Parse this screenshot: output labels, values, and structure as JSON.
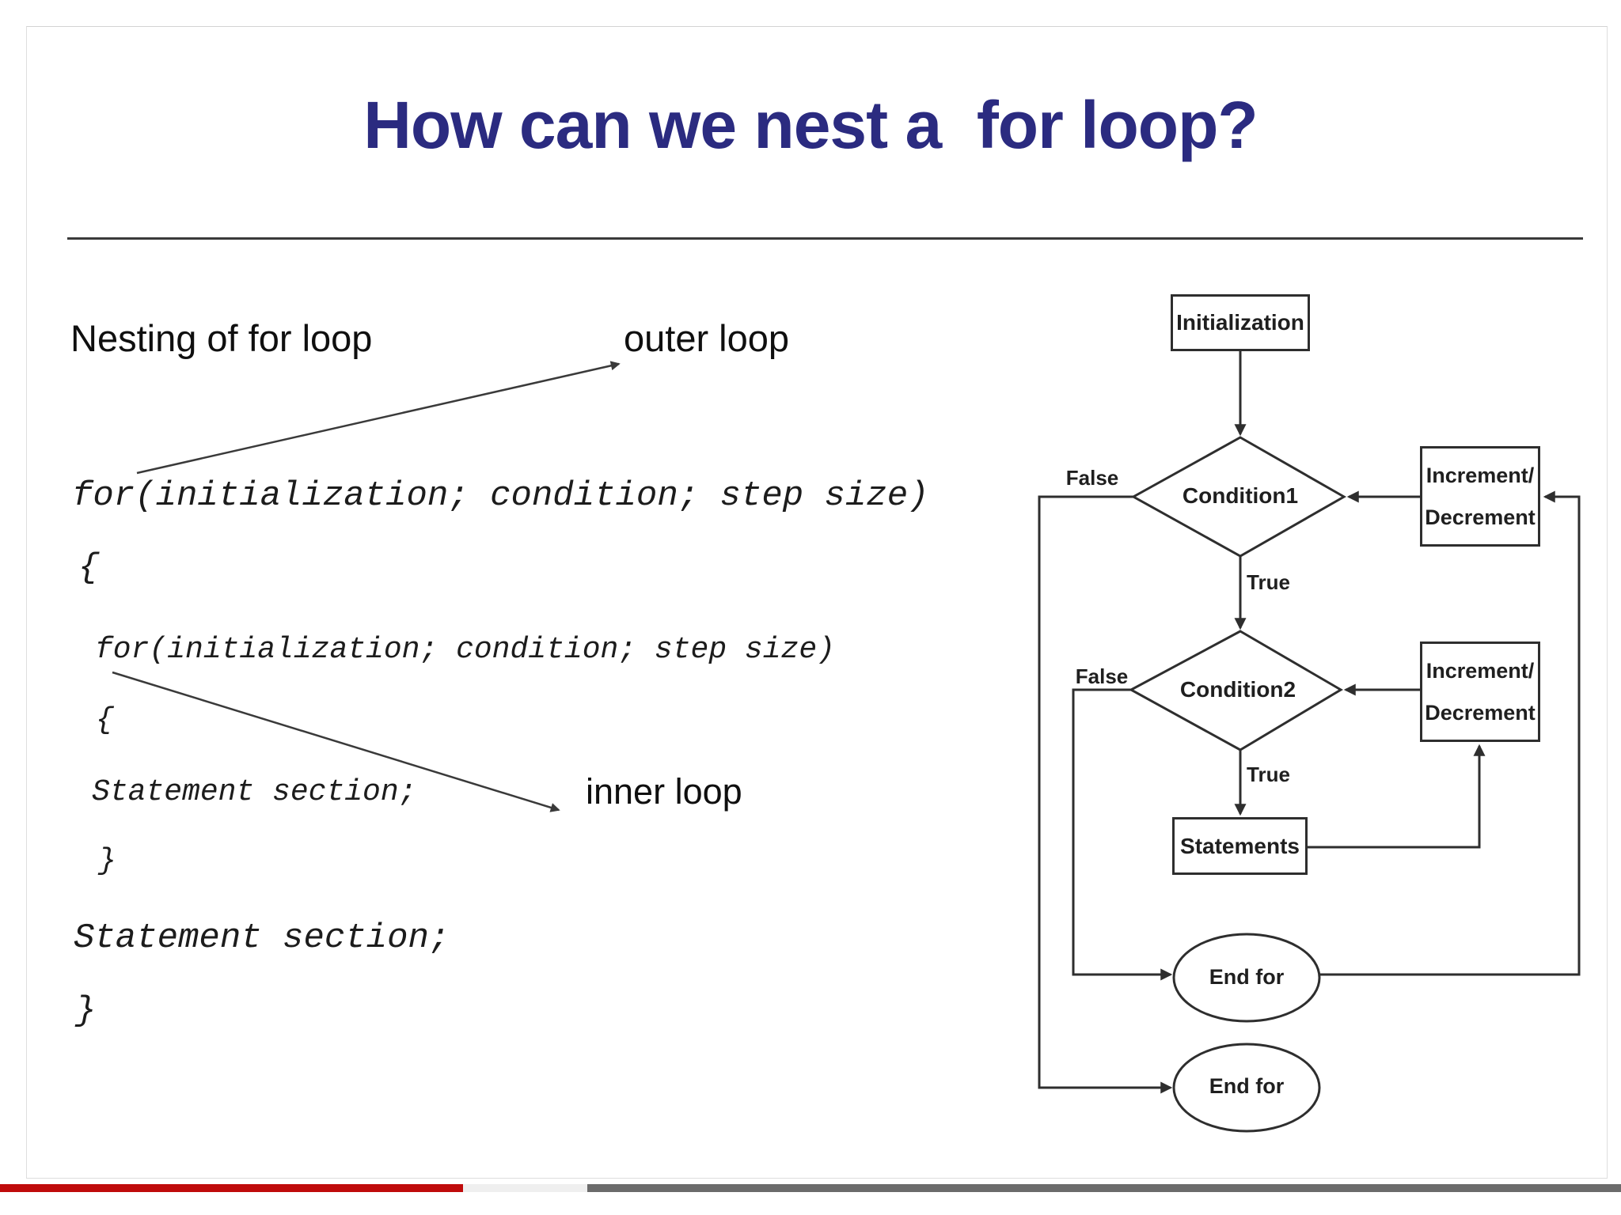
{
  "slide": {
    "title": "How can we nest a  for loop?"
  },
  "left_panel": {
    "nesting_label": "Nesting of for loop",
    "outer_loop_label": "outer loop",
    "inner_loop_label": "inner loop",
    "code": {
      "outer_for": "for(initialization; condition; step size)",
      "outer_open_brace": "{",
      "inner_for": "for(initialization; condition; step size)",
      "inner_open_brace": "{",
      "inner_statement": "Statement section;",
      "inner_close_brace": "}",
      "outer_statement": "Statement section;",
      "outer_close_brace": "}"
    }
  },
  "flowchart": {
    "initialization_label": "Initialization",
    "condition1_label": "Condition1",
    "condition2_label": "Condition2",
    "incdec1_line1": "Increment/",
    "incdec1_line2": "Decrement",
    "incdec2_line1": "Increment/",
    "incdec2_line2": "Decrement",
    "statements_label": "Statements",
    "end_for_inner_label": "End for",
    "end_for_outer_label": "End for",
    "cond1_true_label": "True",
    "cond1_false_label": "False",
    "cond2_true_label": "True",
    "cond2_false_label": "False"
  },
  "progress_bar": {
    "played_color": "#bf0b0b",
    "buffer_gap_color": "#efefef",
    "remaining_color": "#6b6b6b"
  },
  "colors": {
    "title_text": "#2b2b80",
    "divider_line": "#3a3a3a",
    "diagram_stroke": "#2e2e2e"
  }
}
